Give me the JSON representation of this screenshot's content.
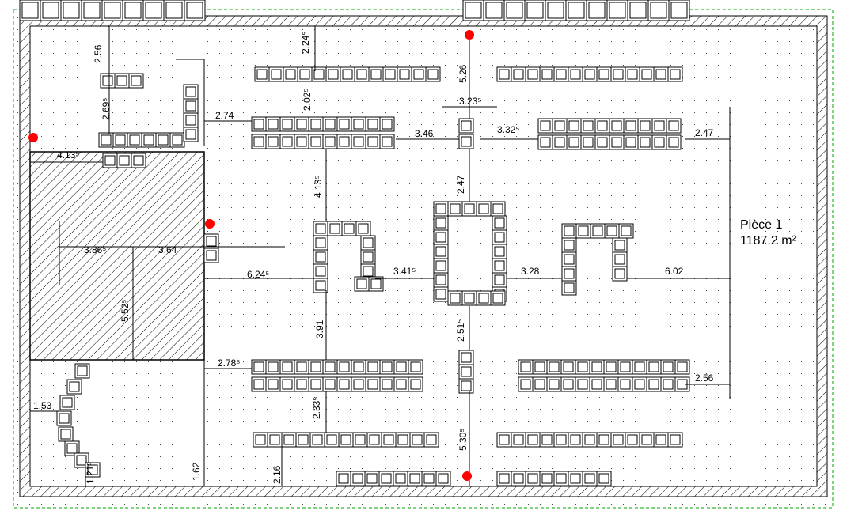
{
  "room": {
    "name": "Pièce 1",
    "area": "1187.2 m²"
  },
  "dimensions": [
    "2.56",
    "2.69⁵",
    "2.24⁵",
    "5.26",
    "3.23⁵",
    "2.02⁵",
    "2.74",
    "3.46",
    "3.32⁵",
    "2.47",
    "2.47",
    "4.13⁵",
    "4.13⁵",
    "3.86⁵",
    "3.64",
    "5.52⁵",
    "6.24⁵",
    "3.41⁵",
    "3.28",
    "6.02",
    "3.91",
    "2.51⁵",
    "2.78⁵",
    "2.33⁵",
    "2.56",
    "1.53",
    "1.21⁵",
    "1.62",
    "2.16",
    "5.30⁵"
  ],
  "colors": {
    "marker": "#ff0000",
    "guide": "#00aa00",
    "line": "#000000"
  }
}
